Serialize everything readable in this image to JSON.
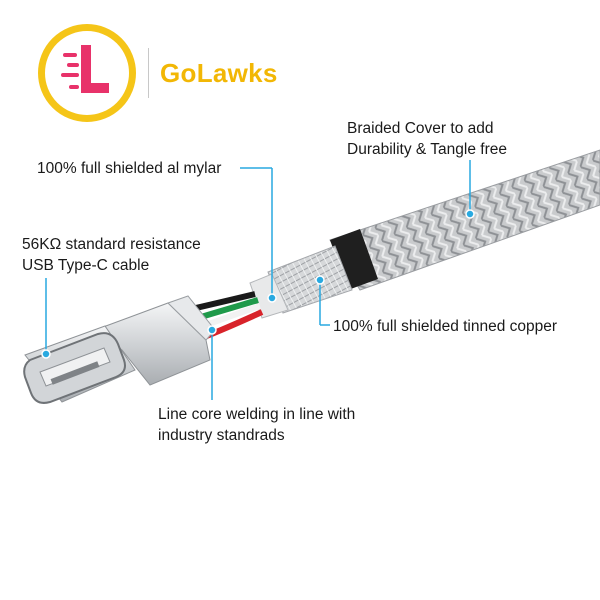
{
  "brand": {
    "name": "GoLawks",
    "logo_letter": "L",
    "colors": {
      "ring": "#f5c518",
      "letter": "#e8326a",
      "text": "#f2b705"
    }
  },
  "callouts": {
    "braided_cover": [
      "Braided Cover to add",
      "Durability & Tangle free"
    ],
    "mylar": "100% full shielded al mylar",
    "resistance": [
      "56KΩ standard resistance",
      "USB Type-C cable"
    ],
    "tinned_copper": "100% full shielded tinned copper",
    "welding": [
      "Line core welding in line with",
      "industry standrads"
    ]
  },
  "colors": {
    "leader_line": "#29a9e0",
    "braid": "#b9bcbf",
    "connector": "#d9dbdd",
    "wires": {
      "red": "#d8232a",
      "white": "#f2f2f2",
      "green": "#1f9a4a",
      "black": "#1a1a1a"
    }
  }
}
